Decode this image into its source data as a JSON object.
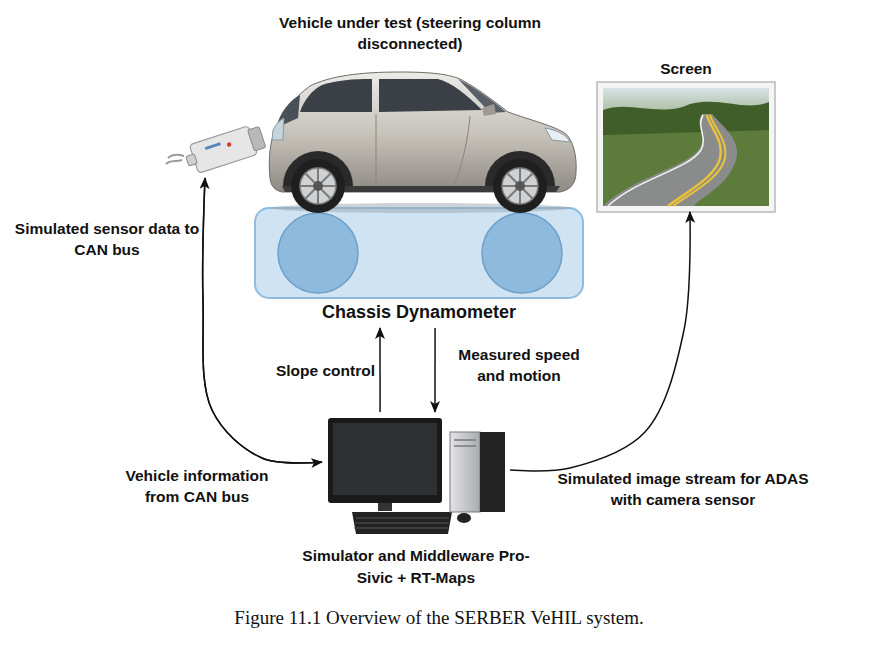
{
  "diagram": {
    "caption": "Figure 11.1 Overview of the SERBER VeHIL system.",
    "nodes": [
      {
        "text": [
          "Vehicle under test (steering column disconnected)"
        ]
      },
      {
        "text": [
          "Screen"
        ]
      },
      {
        "text": []
      },
      {
        "text": [
          "Chassis Dynamometer"
        ]
      },
      {
        "text": [
          "Simulator and Middleware Pro-Sivic + RT-Maps"
        ]
      }
    ],
    "edges": [
      {
        "from": 4,
        "to": 2,
        "arrow": "to",
        "label": "Simulated sensor data to CAN bus"
      },
      {
        "from": 2,
        "to": 4,
        "arrow": "to",
        "label": "Vehicle information from CAN bus"
      },
      {
        "from": 4,
        "to": 3,
        "arrow": "to",
        "label": "Slope control"
      },
      {
        "from": 3,
        "to": 4,
        "arrow": "to",
        "label": "Measured speed and motion"
      },
      {
        "from": 4,
        "to": 1,
        "arrow": "to",
        "label": "Simulated image stream for ADAS with camera sensor"
      }
    ]
  }
}
